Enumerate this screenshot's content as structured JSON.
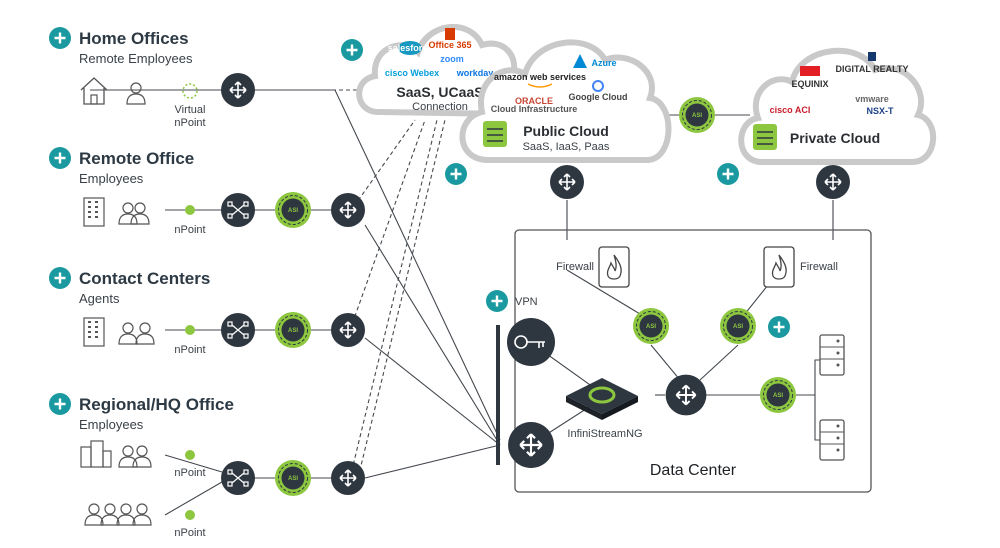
{
  "sites": [
    {
      "title": "Home Offices",
      "subtitle": "Remote Employees",
      "npoint_label": "Virtual\nnPoint"
    },
    {
      "title": "Remote Office",
      "subtitle": "Employees",
      "npoint_label": "nPoint"
    },
    {
      "title": "Contact Centers",
      "subtitle": "Agents",
      "npoint_label": "nPoint"
    },
    {
      "title": "Regional/HQ Office",
      "subtitle": "Employees",
      "npoint_label_1": "nPoint",
      "npoint_label_2": "nPoint"
    }
  ],
  "saas_cloud": {
    "title": "SaaS, UCaaS",
    "subtitle": "Connection",
    "logos": [
      "salesforce",
      "Office 365",
      "zoom",
      "cisco Webex",
      "workday"
    ]
  },
  "public_cloud": {
    "title": "Public Cloud",
    "subtitle": "SaaS, IaaS, Paas",
    "logos": [
      "amazon web services",
      "Azure",
      "ORACLE",
      "Cloud Infrastructure",
      "Google Cloud"
    ]
  },
  "private_cloud": {
    "title": "Private Cloud",
    "logos": [
      "EQUINIX",
      "DIGITAL REALTY",
      "cisco ACI",
      "vmware",
      "NSX-T"
    ]
  },
  "data_center": {
    "title": "Data Center",
    "firewall_left": "Firewall",
    "firewall_right": "Firewall",
    "vpn": "VPN",
    "appliance": "InfiniStreamNG"
  },
  "badge_text": "ASI",
  "colors": {
    "green": "#8dc63f",
    "dark": "#2e3740",
    "teal": "#1a9aa0",
    "line": "#444a50"
  }
}
